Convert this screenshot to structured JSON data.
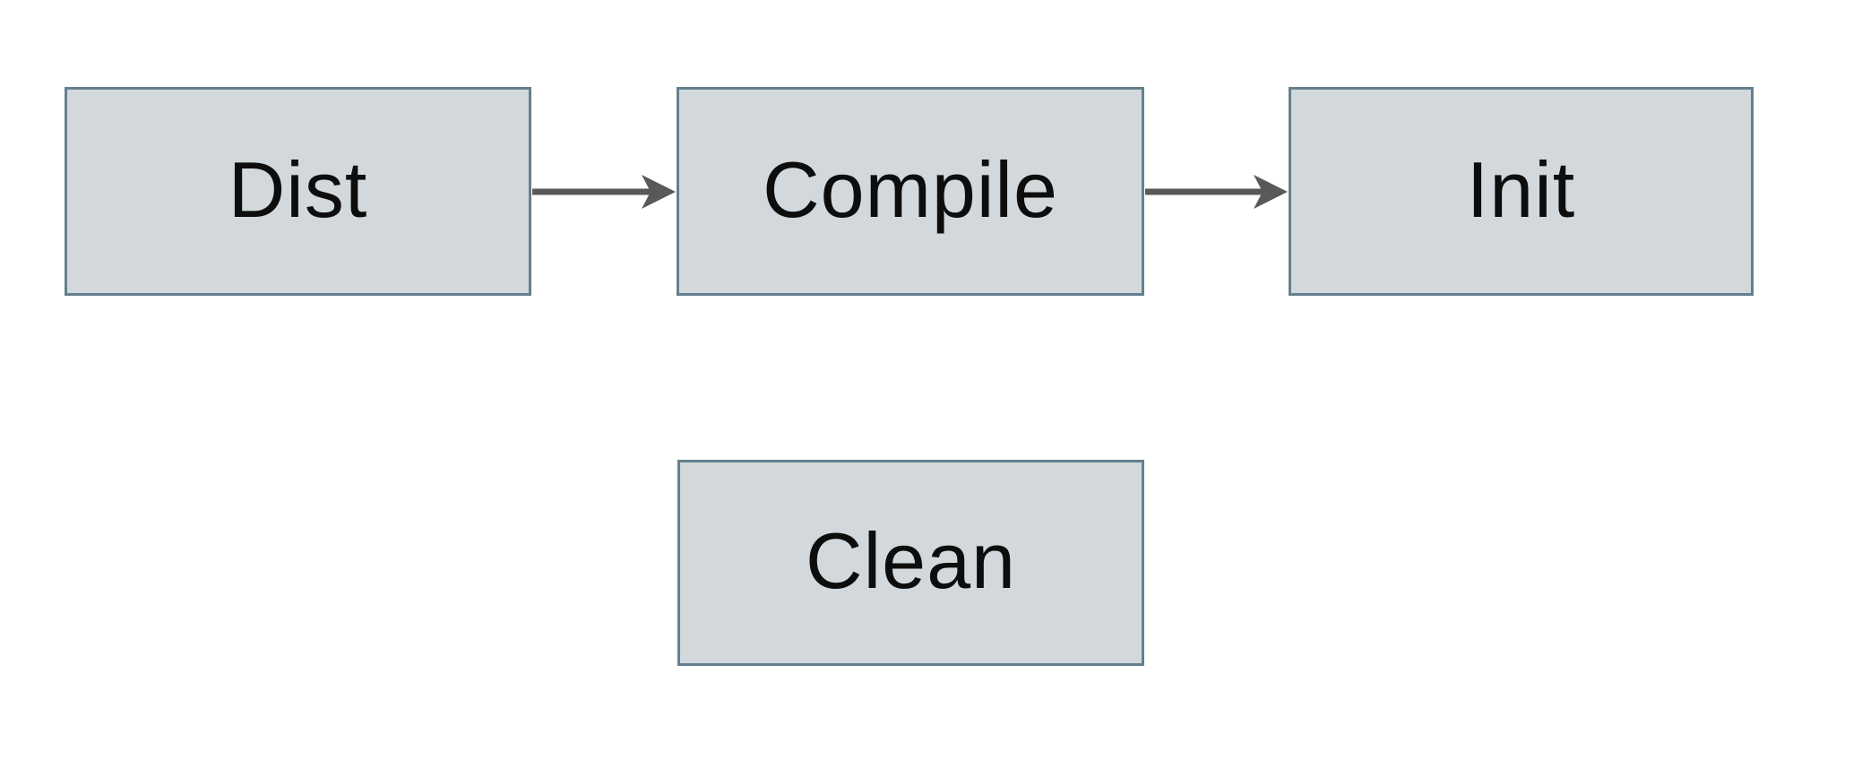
{
  "diagram": {
    "title": "build-targets-flowchart",
    "nodes": [
      {
        "id": "dist",
        "label": "Dist"
      },
      {
        "id": "compile",
        "label": "Compile"
      },
      {
        "id": "init",
        "label": "Init"
      },
      {
        "id": "clean",
        "label": "Clean"
      }
    ],
    "edges": [
      {
        "from": "dist",
        "to": "compile",
        "style": "arrow-right"
      },
      {
        "from": "compile",
        "to": "init",
        "style": "arrow-right"
      }
    ],
    "colors": {
      "background": "#ffffff",
      "node_fill": "#d2d8db",
      "node_border": "#647f8d",
      "arrow": "#595959",
      "text": "#0d0d0d"
    }
  }
}
